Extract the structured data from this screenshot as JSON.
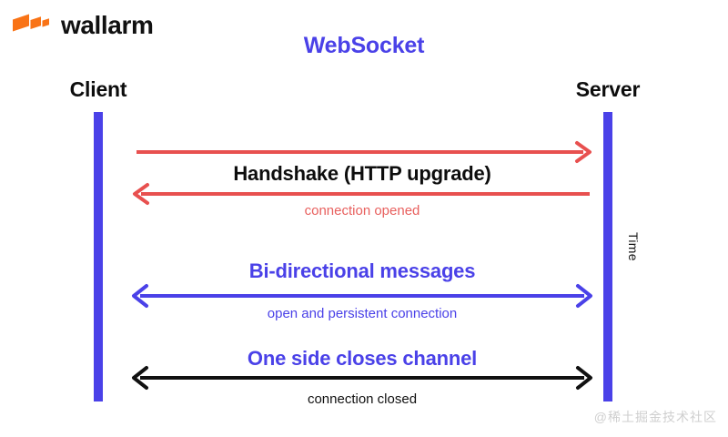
{
  "brand": {
    "name": "wallarm",
    "mark_icon": "wallarm-bolt-logo",
    "mark_color": "#f97316"
  },
  "diagram": {
    "title": "WebSocket",
    "title_color": "#4a41e8",
    "time_axis_label": "Time",
    "endpoints": {
      "left": "Client",
      "right": "Server"
    },
    "lifeline_color": "#4a41e8",
    "steps": [
      {
        "id": "handshake",
        "primary": "Handshake (HTTP upgrade)",
        "primary_color": "#0d0d0d",
        "secondary": "connection opened",
        "secondary_color": "#e8605e",
        "arrow_color": "#e8504f",
        "arrows": [
          "client-to-server",
          "server-to-client"
        ]
      },
      {
        "id": "bidirectional",
        "primary": "Bi-directional messages",
        "primary_color": "#4a41e8",
        "secondary": "open and persistent connection",
        "secondary_color": "#4a41e8",
        "arrow_color": "#4a41e8",
        "arrows": [
          "bidirectional"
        ]
      },
      {
        "id": "close",
        "primary": "One side closes channel",
        "primary_color": "#4a41e8",
        "secondary": "connection closed",
        "secondary_color": "#111111",
        "arrow_color": "#111111",
        "arrows": [
          "bidirectional"
        ]
      }
    ]
  },
  "watermark": {
    "text": "@稀土掘金技术社区"
  }
}
